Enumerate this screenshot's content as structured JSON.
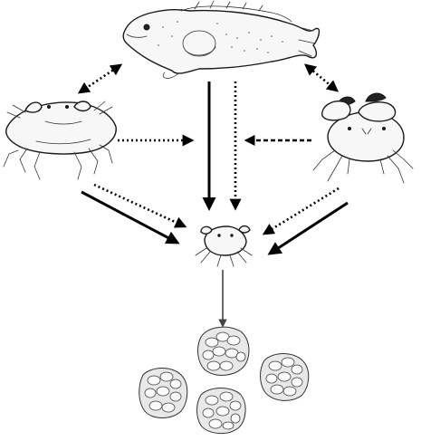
{
  "diagram": {
    "nodes": [
      {
        "id": "toadfish",
        "icon": "toadfish-icon"
      },
      {
        "id": "blue-crab",
        "icon": "blue-crab-icon"
      },
      {
        "id": "mud-crab",
        "icon": "mud-crab-icon"
      },
      {
        "id": "small-crab",
        "icon": "small-crab-icon"
      },
      {
        "id": "oyster-clusters",
        "icon": "oyster-cluster-icon"
      }
    ],
    "edges": [
      {
        "from": "toadfish",
        "to": "blue-crab",
        "style": "dotted",
        "bidirectional": true
      },
      {
        "from": "toadfish",
        "to": "mud-crab",
        "style": "dotted",
        "bidirectional": true
      },
      {
        "from": "toadfish",
        "to": "small-crab",
        "style": "solid"
      },
      {
        "from": "toadfish",
        "to": "small-crab",
        "style": "dotted"
      },
      {
        "from": "blue-crab",
        "to": "small-crab",
        "style": "solid"
      },
      {
        "from": "blue-crab",
        "to": "small-crab",
        "style": "dotted"
      },
      {
        "from": "blue-crab",
        "to": "center",
        "style": "dotted"
      },
      {
        "from": "mud-crab",
        "to": "center",
        "style": "dashed"
      },
      {
        "from": "mud-crab",
        "to": "small-crab",
        "style": "solid"
      },
      {
        "from": "mud-crab",
        "to": "small-crab",
        "style": "dotted"
      },
      {
        "from": "small-crab",
        "to": "oyster-clusters",
        "style": "solid-thin"
      }
    ]
  }
}
